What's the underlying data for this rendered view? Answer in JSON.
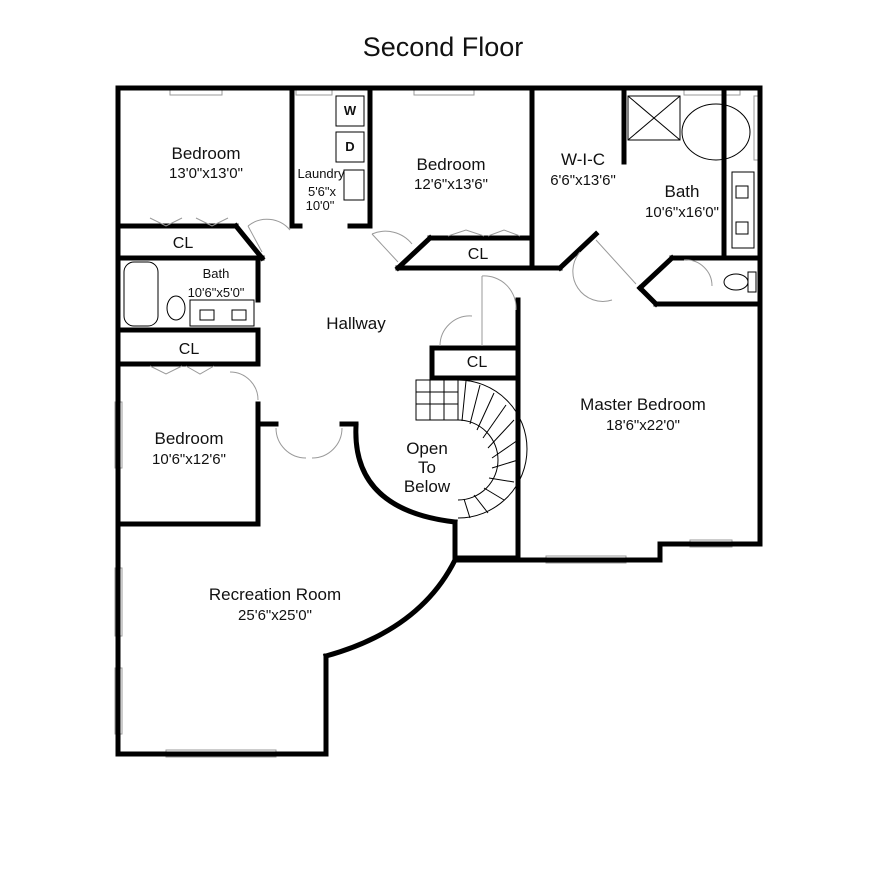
{
  "title": "Second Floor",
  "rooms": {
    "bedroom_nw": {
      "name": "Bedroom",
      "dims": "13'0\"x13'0\""
    },
    "laundry": {
      "name": "Laundry",
      "dims_line1": "5'6\"x",
      "dims_line2": "10'0\"",
      "washer": "W",
      "dryer": "D"
    },
    "bedroom_n": {
      "name": "Bedroom",
      "dims": "12'6\"x13'6\""
    },
    "wic": {
      "name": "W-I-C",
      "dims": "6'6\"x13'6\""
    },
    "bath_master": {
      "name": "Bath",
      "dims": "10'6\"x16'0\""
    },
    "bath_hall": {
      "name": "Bath",
      "dims": "10'6\"x5'0\""
    },
    "hallway": {
      "name": "Hallway"
    },
    "bedroom_w": {
      "name": "Bedroom",
      "dims": "10'6\"x12'6\""
    },
    "master_bedroom": {
      "name": "Master Bedroom",
      "dims": "18'6\"x22'0\""
    },
    "open_below": {
      "line1": "Open",
      "line2": "To",
      "line3": "Below"
    },
    "recreation": {
      "name": "Recreation Room",
      "dims": "25'6\"x25'0\""
    }
  },
  "closets": {
    "cl1": "CL",
    "cl2": "CL",
    "cl3": "CL",
    "cl4": "CL"
  }
}
